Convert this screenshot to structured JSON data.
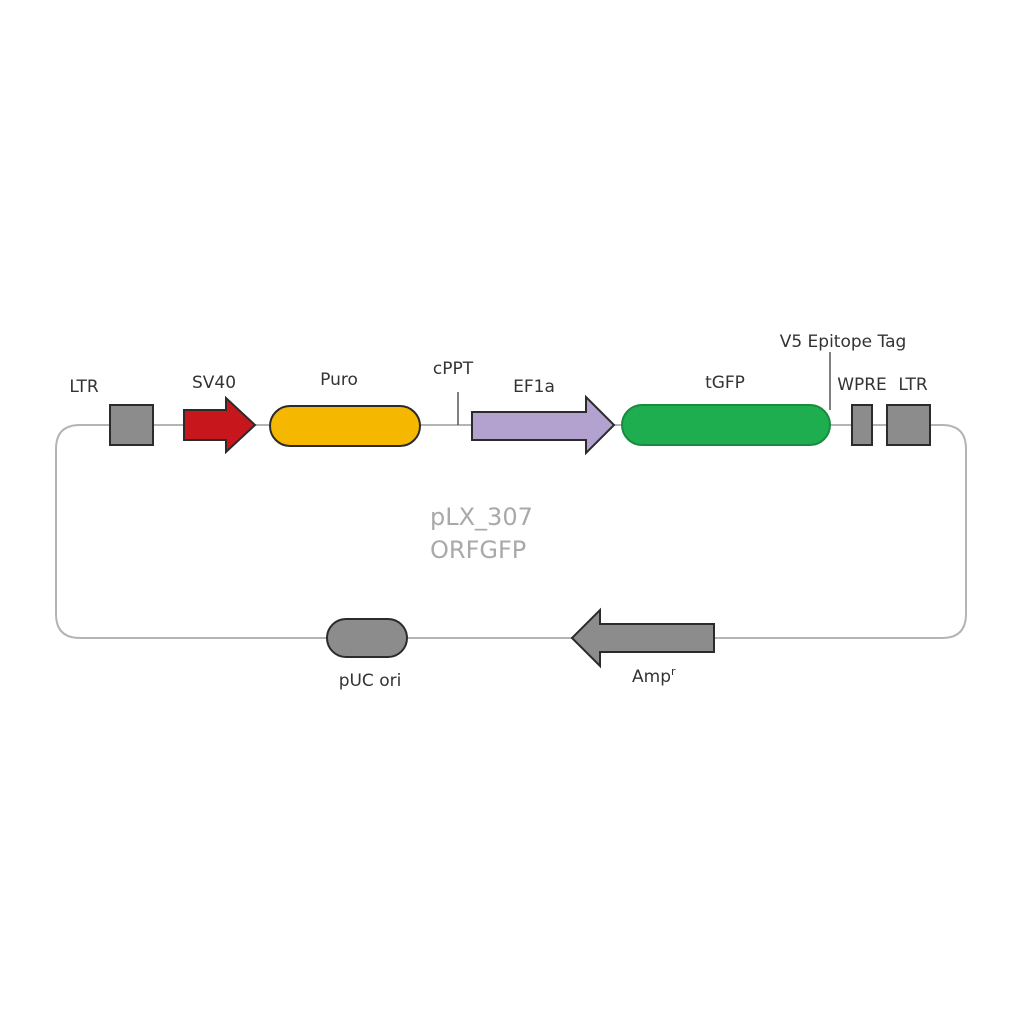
{
  "plasmid": {
    "name_line1": "pLX_307",
    "name_line2": "ORFGFP",
    "features": {
      "ltr_left": {
        "label": "LTR",
        "color": "#8c8c8c"
      },
      "sv40": {
        "label": "SV40",
        "color": "#c8161d"
      },
      "puro": {
        "label": "Puro",
        "color": "#f5b700"
      },
      "cppt": {
        "label": "cPPT"
      },
      "ef1a": {
        "label": "EF1a",
        "color": "#b3a2cf"
      },
      "tgfp": {
        "label": "tGFP",
        "color": "#1fae4f"
      },
      "v5_tag": {
        "label": "V5 Epitope Tag"
      },
      "wpre": {
        "label": "WPRE",
        "color": "#8c8c8c"
      },
      "ltr_right": {
        "label": "LTR",
        "color": "#8c8c8c"
      },
      "puc_ori": {
        "label": "pUC ori",
        "color": "#8c8c8c"
      },
      "ampr": {
        "label": "Amp",
        "superscript": "r",
        "color": "#8c8c8c"
      }
    },
    "backbone_color": "#b4b4b4",
    "outline_color": "#2b2b2b"
  }
}
